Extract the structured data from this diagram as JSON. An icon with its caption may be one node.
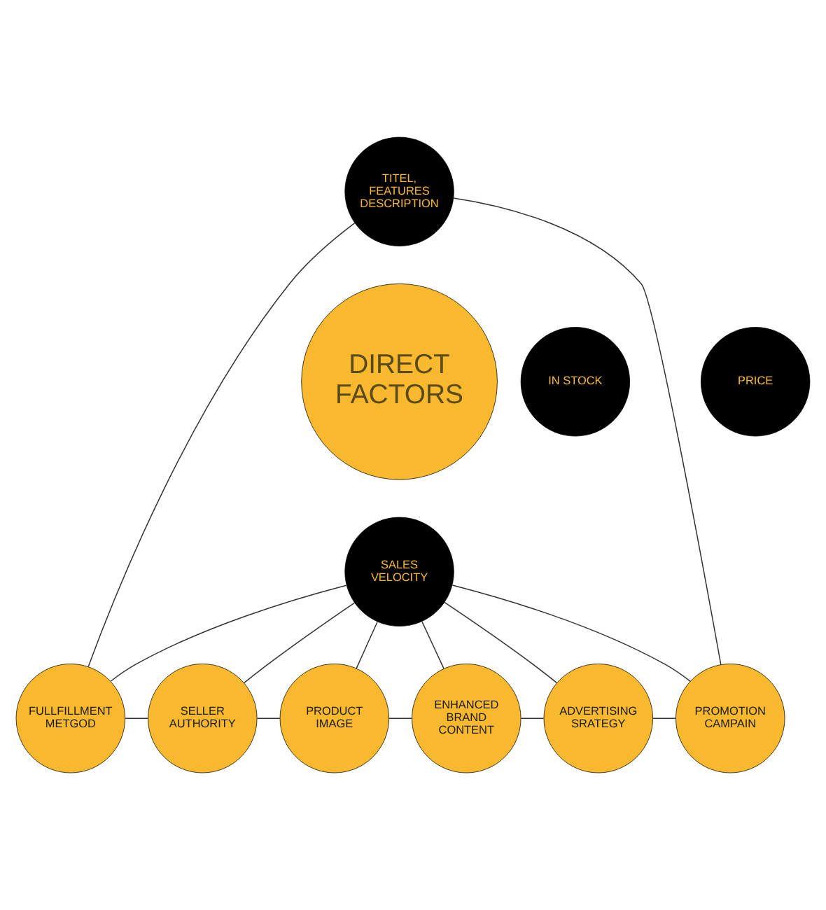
{
  "diagram": {
    "nodes": [
      {
        "text": [
          "DIRECT FACTORS"
        ]
      },
      {
        "text": [
          "TITEL, FEATURES DESCRIPTION"
        ]
      },
      {
        "text": [
          "IN STOCK"
        ]
      },
      {
        "text": [
          "PRICE"
        ]
      },
      {
        "text": [
          "SALES VELOCITY"
        ]
      },
      {
        "text": [
          "FULLFILLMENT METGOD"
        ]
      },
      {
        "text": [
          "SELLER AUTHORITY"
        ]
      },
      {
        "text": [
          "PRODUCT IMAGE"
        ]
      },
      {
        "text": [
          "ENHANCED BRAND CONTENT"
        ]
      },
      {
        "text": [
          "ADVERTISING SRATEGY"
        ]
      },
      {
        "text": [
          "PROMOTION CAMPAIN"
        ]
      }
    ],
    "edges": [
      {
        "from": 1,
        "to": 5,
        "arrow": "none"
      },
      {
        "from": 1,
        "to": 10,
        "arrow": "none"
      },
      {
        "from": 4,
        "to": 5,
        "arrow": "none"
      },
      {
        "from": 4,
        "to": 6,
        "arrow": "none"
      },
      {
        "from": 4,
        "to": 7,
        "arrow": "none"
      },
      {
        "from": 4,
        "to": 8,
        "arrow": "none"
      },
      {
        "from": 4,
        "to": 9,
        "arrow": "none"
      },
      {
        "from": 4,
        "to": 10,
        "arrow": "none"
      },
      {
        "from": 5,
        "to": 6,
        "arrow": "none"
      },
      {
        "from": 6,
        "to": 7,
        "arrow": "none"
      },
      {
        "from": 7,
        "to": 8,
        "arrow": "none"
      },
      {
        "from": 8,
        "to": 9,
        "arrow": "none"
      },
      {
        "from": 9,
        "to": 10,
        "arrow": "none"
      }
    ]
  }
}
